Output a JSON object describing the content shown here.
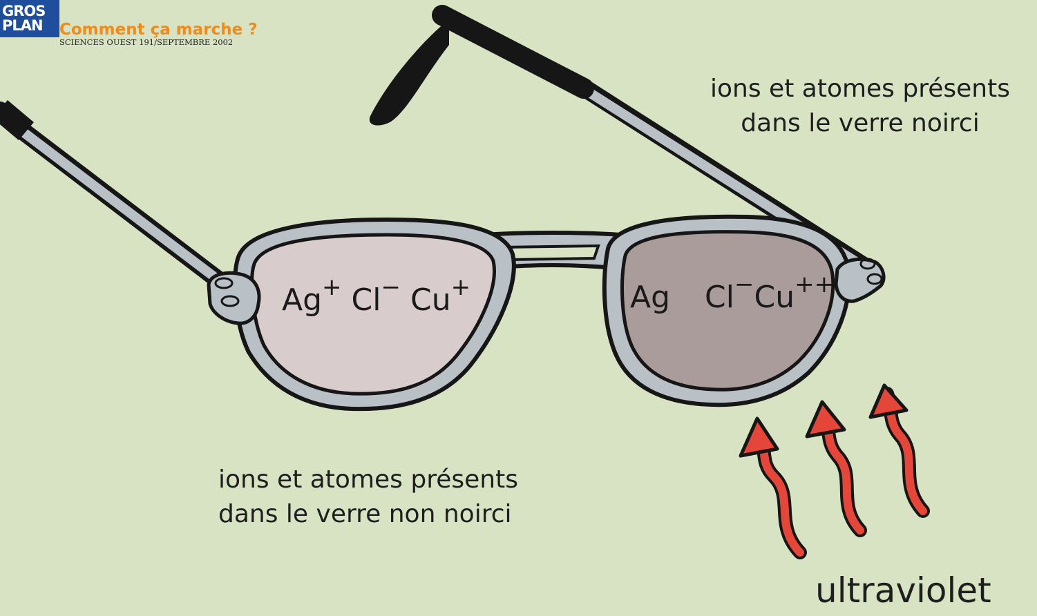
{
  "header": {
    "badge_line1": "GROS",
    "badge_line2": "PLAN",
    "title": "Comment ça marche ?",
    "subtitle": "SCIENCES OUEST 191/SEPTEMBRE 2002"
  },
  "labels": {
    "darkened_glass_line1": "ions et atomes présents",
    "darkened_glass_line2": "dans le verre noirci",
    "clear_glass_line1": "ions et atomes présents",
    "clear_glass_line2": "dans le verre non noirci",
    "uv": "ultraviolet"
  },
  "left_lens": {
    "ag": "Ag",
    "ag_charge": "+",
    "cl": "Cl",
    "cl_charge": "−",
    "cu": "Cu",
    "cu_charge": "+"
  },
  "right_lens": {
    "ag": "Ag",
    "cl": "Cl",
    "cl_charge": "−",
    "cu": "Cu",
    "cu_charge": "++"
  },
  "colors": {
    "background": "#d8e3c3",
    "frame": "#b9c0c6",
    "outline": "#161616",
    "clear_lens": "#d9cccd",
    "dark_lens": "#ab9c9c",
    "uv_arrow": "#e4463a",
    "badge": "#1f4f9c",
    "title": "#f08a1a"
  },
  "icons": [
    "glasses",
    "uv-arrow"
  ]
}
